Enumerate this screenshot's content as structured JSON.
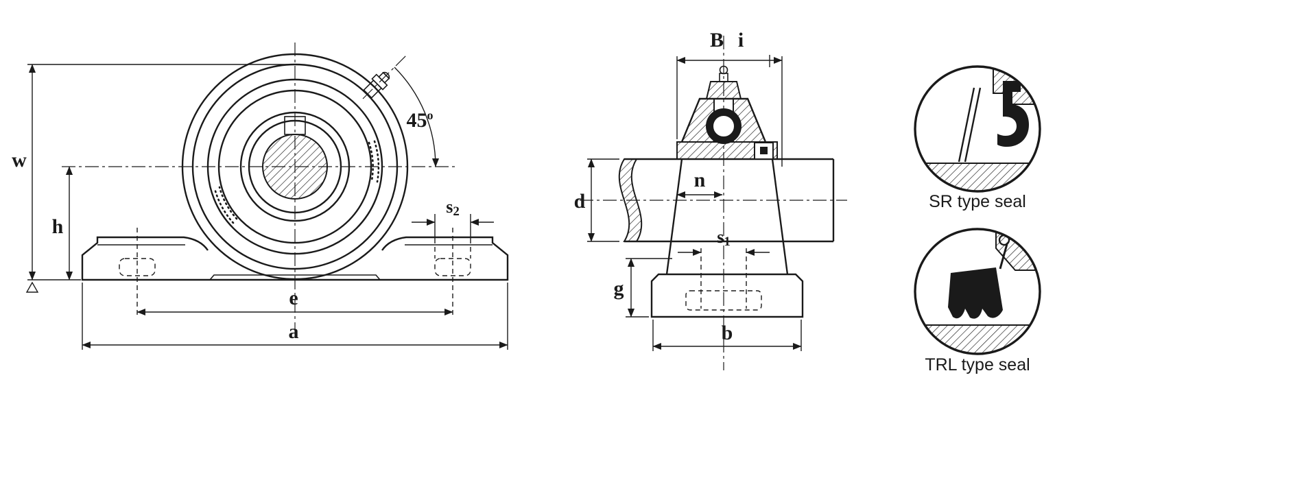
{
  "figure": {
    "description": "Pillow block bearing unit dimensional drawing with front view, side section view and two seal detail circles",
    "colors": {
      "line": "#1a1a1a",
      "background": "#ffffff"
    }
  },
  "front_view": {
    "labels": {
      "w": "w",
      "h": "h",
      "e": "e",
      "a": "a",
      "s2_base": "s",
      "s2_sub": "2",
      "angle": "45",
      "angle_sup": "o"
    }
  },
  "side_view": {
    "labels": {
      "B": "B",
      "i": "i",
      "d": "d",
      "n": "n",
      "s1_base": "s",
      "s1_sub": "1",
      "g": "g",
      "b": "b"
    }
  },
  "details": {
    "sr_label": "SR type seal",
    "trl_label": "TRL type seal"
  }
}
